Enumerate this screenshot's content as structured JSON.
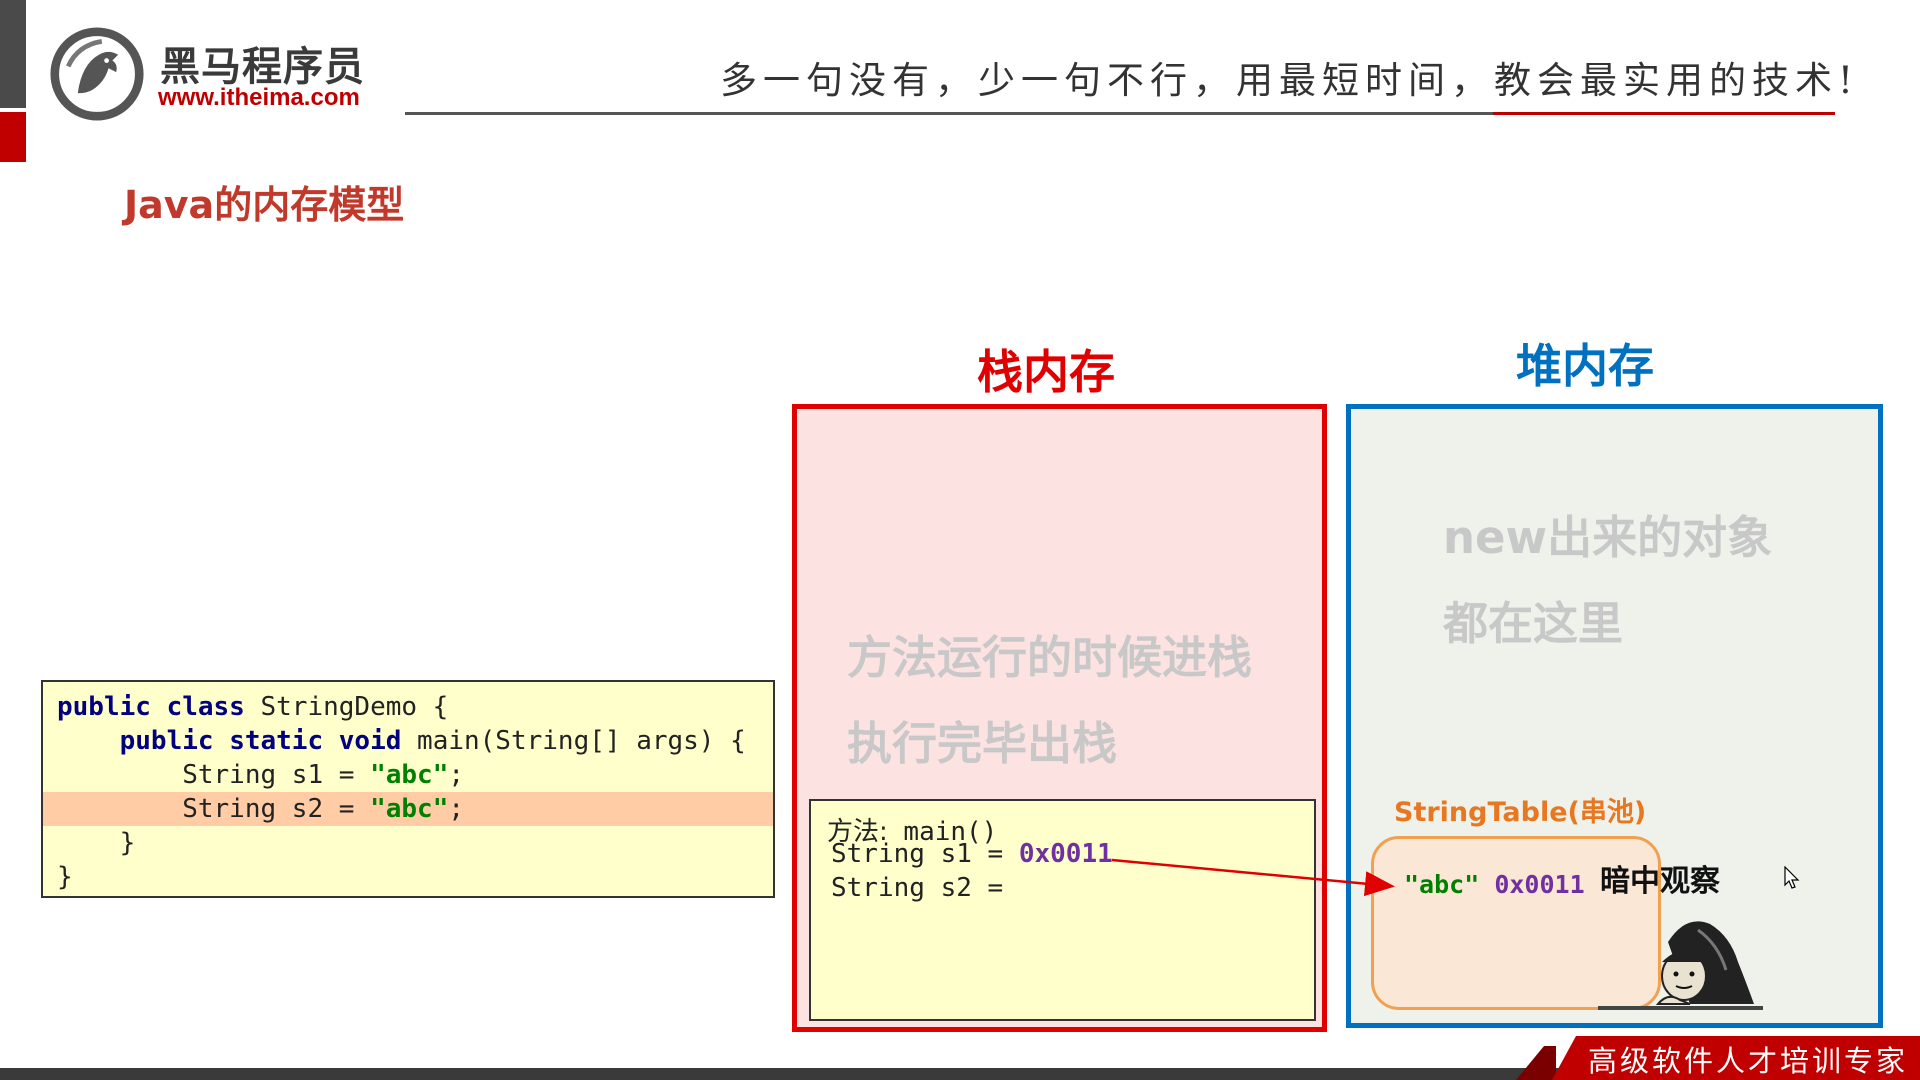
{
  "header": {
    "brand_name": "黑马程序员",
    "brand_url": "www.itheima.com",
    "slogan": "多一句没有，少一句不行，用最短时间，教会最实用的技术!"
  },
  "slide": {
    "title": "Java的内存模型"
  },
  "code": {
    "line1": {
      "kw": "public class",
      "rest": " StringDemo {"
    },
    "line2": {
      "indent": "    ",
      "kw": "public static void",
      "rest": " main(String[] args) {"
    },
    "line3": {
      "pre": "        String s1 = ",
      "str": "\"abc\"",
      "post": ";"
    },
    "line4": {
      "pre": "        String s2 = ",
      "str": "\"abc\"",
      "post": ";"
    },
    "line5": "    }",
    "line6": "}"
  },
  "stack": {
    "title": "栈内存",
    "desc_line1": "方法运行的时候进栈",
    "desc_line2": "执行完毕出栈",
    "frame": {
      "method_label": "方法:",
      "method_name": " main()",
      "s1_label": "String s1 = ",
      "s1_value": "0x0011",
      "s2_label": "String s2 = "
    }
  },
  "heap": {
    "title": "堆内存",
    "desc_line1": "new出来的对象",
    "desc_line2": "都在这里",
    "pool": {
      "label": "StringTable(串池)",
      "entry_value": "\"abc\"",
      "entry_addr": "0x0011"
    },
    "observer_caption": "暗中观察"
  },
  "footer": {
    "tagline": "高级软件人才培训专家"
  },
  "colors": {
    "stack_border": "#e00000",
    "heap_border": "#0070c0",
    "pool_border": "#f0a050",
    "address": "#7030a0",
    "string_literal": "#008000",
    "keyword": "#000080"
  }
}
